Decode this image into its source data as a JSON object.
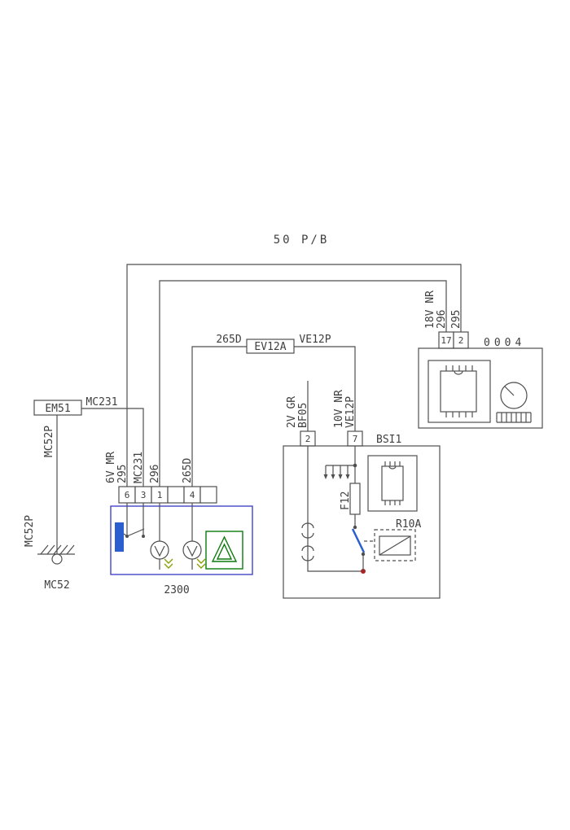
{
  "title": "50 P/B",
  "colors": {
    "line": "#4f4f4f",
    "text": "#3f3f3f",
    "unit_blue": "#4343c8",
    "actuator_blue": "#2b5fd0",
    "junction_red": "#b02020",
    "triangle_green": "#0a7a0a",
    "indicator_olive": "#8aa000"
  },
  "ecu": {
    "code": "0004",
    "pins": [
      "17",
      "2"
    ],
    "harness_label": "18V NR",
    "wire_left": "296",
    "wire_right": "295"
  },
  "ev12a": {
    "label": "EV12A",
    "wire_left": "265D",
    "wire_right": "VE12P"
  },
  "em51": {
    "label": "EM51",
    "wire": "MC231"
  },
  "ground": {
    "wire_label_upper": "MC52P",
    "wire_label_lower": "MC52P",
    "point_label": "MC52"
  },
  "unit_2300": {
    "label": "2300",
    "pins": [
      "6",
      "3",
      "1",
      "4"
    ],
    "wire_labels": [
      "6V MR",
      "295",
      "MC231",
      "296",
      "265D"
    ]
  },
  "bsi": {
    "label": "BSI1",
    "pins": [
      "2",
      "7"
    ],
    "wire_labels": [
      "2V GR",
      "BF05",
      "10V NR",
      "VE12P"
    ],
    "fuse_label": "F12",
    "relay_label": "R10A"
  }
}
